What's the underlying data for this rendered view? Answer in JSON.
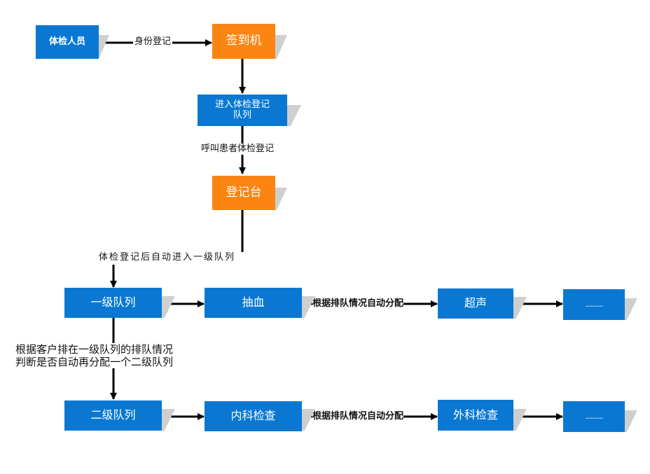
{
  "colors": {
    "blue": "#0a78d2",
    "orange": "#fb8412",
    "shadow": "#cfcfcf",
    "line": "#000000"
  },
  "nodes": {
    "staff": "体检人员",
    "checkin_machine": "签到机",
    "registration_queue": "进入体检登记\n队列",
    "registration_desk": "登记台",
    "level1_queue": "一级队列",
    "blood_draw": "抽血",
    "ultrasound": "超声",
    "more_1": "..........",
    "level2_queue": "二级队列",
    "internal_exam": "内科检查",
    "surgical_exam": "外科检查",
    "more_2": ".........."
  },
  "edges": {
    "identity_registration": "身份登记",
    "call_patient": "呼叫患者体检登记",
    "auto_enter_level1": "体检登记后自动进入一级队列",
    "auto_assign_1": "根据排队情况自动分配",
    "auto_assign_2": "根据排队情况自动分配",
    "level2_decision_line1": "根据客户排在一级队列的排队情况",
    "level2_decision_line2": "判断是否自动再分配一个二级队列"
  }
}
